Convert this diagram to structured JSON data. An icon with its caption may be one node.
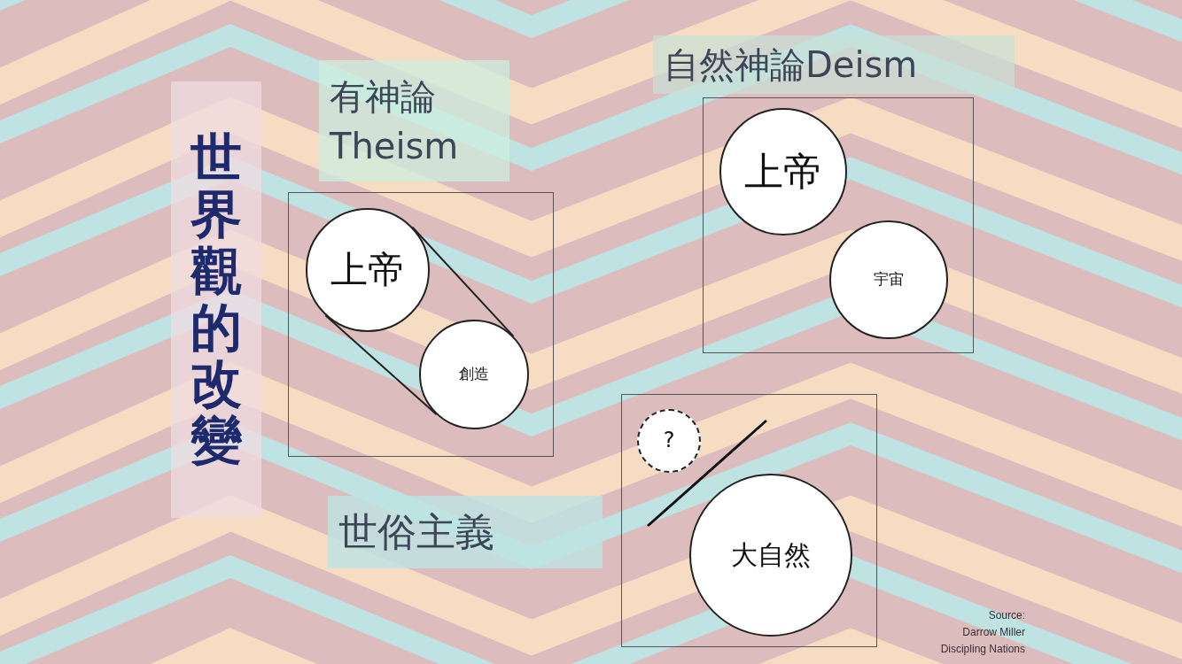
{
  "diagram": {
    "title": "世界觀的改變",
    "nodes": [
      {
        "text": [
          "有神論",
          "Theism"
        ]
      },
      {
        "text": [],
        "shape": "box"
      },
      {
        "text": [
          "上帝"
        ],
        "in": 1
      },
      {
        "text": [
          "創造"
        ],
        "in": 1
      },
      {
        "text": [
          "自然神論Deism"
        ]
      },
      {
        "text": [],
        "shape": "box"
      },
      {
        "text": [
          "上帝"
        ],
        "in": 5
      },
      {
        "text": [
          "宇宙"
        ],
        "in": 5
      },
      {
        "text": [
          "世俗主義"
        ]
      },
      {
        "text": [],
        "shape": "box"
      },
      {
        "text": [
          "?"
        ],
        "in": 9
      },
      {
        "text": [
          "大自然"
        ],
        "in": 9
      }
    ],
    "edges": [
      {
        "from": 2,
        "to": 3,
        "arrow": "none"
      },
      {
        "from": 2,
        "to": 3,
        "arrow": "none"
      }
    ],
    "labels": [
      "Source:",
      "Darrow Miller",
      "Discipling Nations"
    ]
  }
}
